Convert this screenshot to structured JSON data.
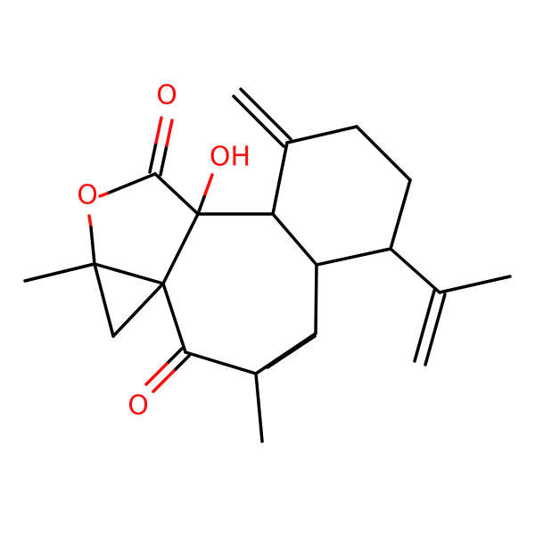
{
  "molecule": {
    "atom_labels": {
      "carbonyl_top": "O",
      "ring_oxygen": "O",
      "hydroxyl": "OH",
      "carbonyl_bottom": "O"
    },
    "colors": {
      "bond": "#000000",
      "oxygen": "#ff0d0d",
      "background": "#ffffff"
    }
  }
}
